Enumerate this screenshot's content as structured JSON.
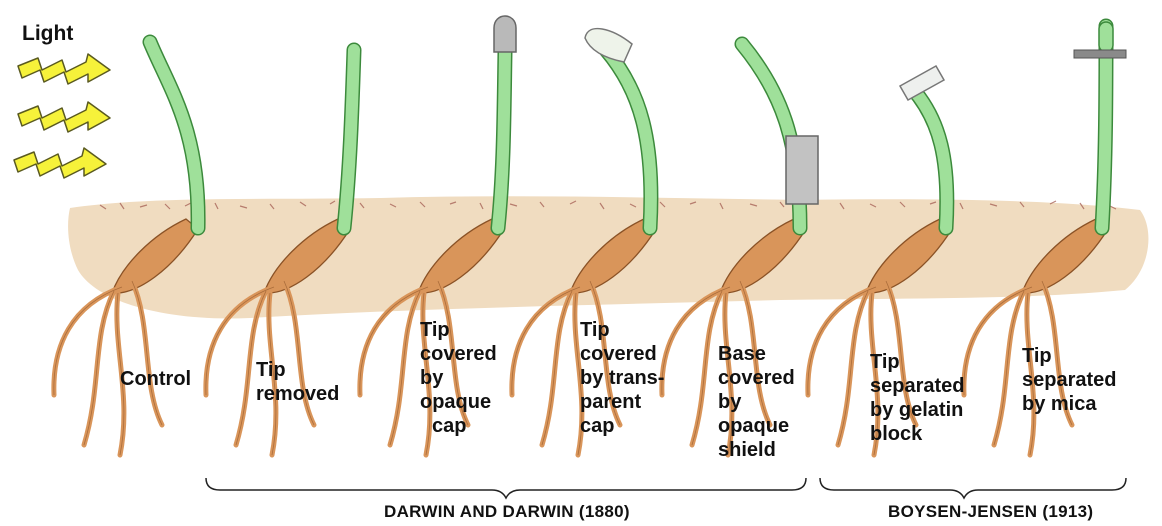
{
  "light_label": "Light",
  "experiments": [
    {
      "id": "control",
      "lines": [
        "Control"
      ]
    },
    {
      "id": "tip-removed",
      "lines": [
        "Tip",
        "removed"
      ]
    },
    {
      "id": "opaque-cap",
      "lines": [
        "Tip",
        "covered",
        "by",
        "opaque",
        "cap"
      ]
    },
    {
      "id": "transparent-cap",
      "lines": [
        "Tip",
        "covered",
        "by trans-",
        "parent",
        "cap"
      ]
    },
    {
      "id": "opaque-shield",
      "lines": [
        "Base",
        "covered",
        "by",
        "opaque",
        "shield"
      ]
    },
    {
      "id": "gelatin",
      "lines": [
        "Tip",
        "separated",
        "by gelatin",
        "block"
      ]
    },
    {
      "id": "mica",
      "lines": [
        "Tip",
        "separated",
        "by mica"
      ]
    }
  ],
  "groups": [
    {
      "label": "Darwin and Darwin (1880)"
    },
    {
      "label": "Boysen-Jensen (1913)"
    }
  ],
  "colors": {
    "shoot": "#9fe09a",
    "shoot_stroke": "#3c8a3c",
    "soil": "#f0dcc0",
    "root": "#d9955a",
    "root_stroke": "#8a5226",
    "arrow": "#f6f23a",
    "opaque": "#b9b9b9",
    "transparent": "#eef3ea",
    "mica": "#8a8a8a"
  }
}
